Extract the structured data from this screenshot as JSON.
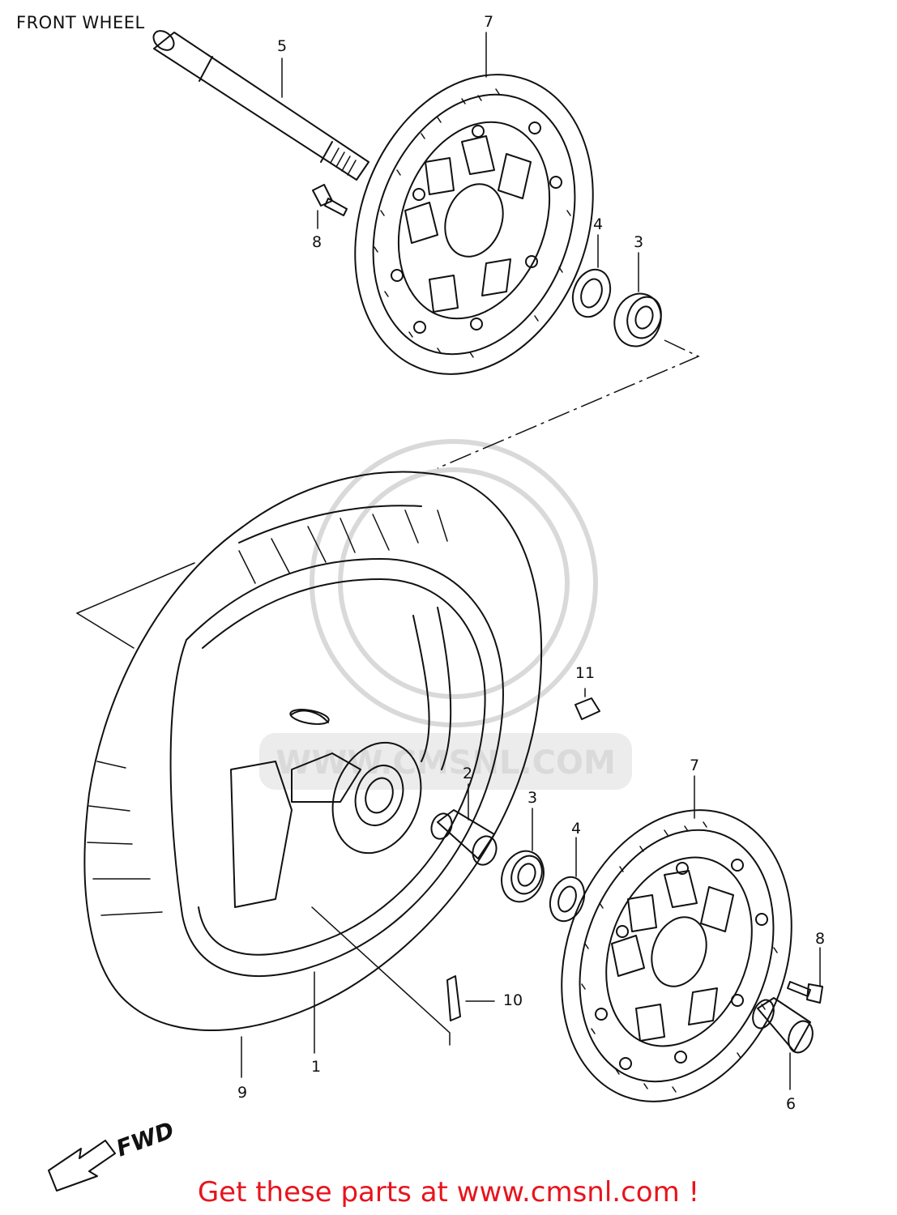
{
  "title": "FRONT WHEEL",
  "watermark": {
    "text": "WWW.CMSNL.COM"
  },
  "fwd_label": "FWD",
  "promo": {
    "text": "Get these parts at www.cmsnl.com !",
    "color": "#e8141c"
  },
  "callouts": {
    "c1": "1",
    "c2": "2",
    "c3a": "3",
    "c3b": "3",
    "c4a": "4",
    "c4b": "4",
    "c5": "5",
    "c6": "6",
    "c7a": "7",
    "c7b": "7",
    "c8a": "8",
    "c8b": "8",
    "c9": "9",
    "c10": "10",
    "c11": "11"
  }
}
